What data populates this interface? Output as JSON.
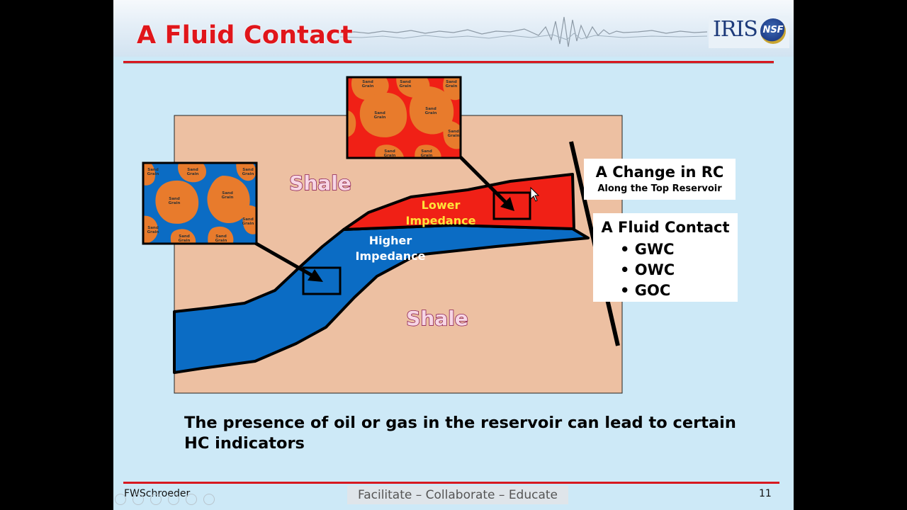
{
  "slide": {
    "title": "A Fluid Contact",
    "logo_text": "IRIS",
    "logo_seal_text": "NSF",
    "caption_line1": "The presence of oil or gas in the reservoir can lead to certain",
    "caption_line2": "HC indicators",
    "footer_author": "FWSchroeder",
    "footer_motto": "Facilitate – Collaborate – Educate",
    "slide_number": "11"
  },
  "diagram": {
    "shale_top": "Shale",
    "shale_bottom": "Shale",
    "lower_impedance_l1": "Lower",
    "lower_impedance_l2": "Impedance",
    "higher_impedance_l1": "Higher",
    "higher_impedance_l2": "Impedance",
    "sand_grain_label_top": "Sand",
    "sand_grain_label_bottom": "Grain",
    "colors": {
      "shale": "#edc0a2",
      "brine_sand": "#0b6cc4",
      "gas_sand": "#f02016",
      "grain": "#e87b2c"
    }
  },
  "callouts": {
    "rc_title": "A Change in RC",
    "rc_subtitle": "Along the Top Reservoir",
    "fluid_title": "A Fluid Contact",
    "fluid_items": [
      "GWC",
      "OWC",
      "GOC"
    ],
    "bullet": "•"
  },
  "player": {
    "nav_icons": [
      "previous-icon",
      "back-icon",
      "menu-icon",
      "zoom-icon",
      "forward-icon",
      "more-icon"
    ]
  }
}
